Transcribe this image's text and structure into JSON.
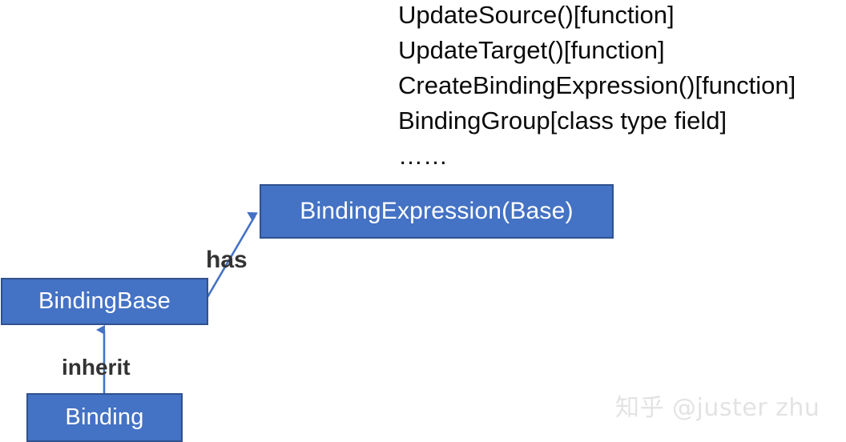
{
  "diagram": {
    "type": "class-relationship-diagram",
    "background_color": "#ffffff",
    "member_list": {
      "lines": [
        "UpdateSource()[function]",
        "UpdateTarget()[function]",
        "CreateBindingExpression()[function]",
        "BindingGroup[class type field]",
        "……"
      ]
    },
    "boxes": [
      {
        "id": "binding-expression",
        "label": "BindingExpression(Base)",
        "fill_color": "#4472C4",
        "border_color": "#2F528F",
        "text_color": "#ffffff"
      },
      {
        "id": "binding-base",
        "label": "BindingBase",
        "fill_color": "#4472C4",
        "border_color": "#2F528F",
        "text_color": "#ffffff"
      },
      {
        "id": "binding",
        "label": "Binding",
        "fill_color": "#4472C4",
        "border_color": "#2F528F",
        "text_color": "#ffffff"
      }
    ],
    "edges": [
      {
        "id": "has",
        "label": "has",
        "from": "binding-base",
        "to": "binding-expression",
        "color": "#4472C4",
        "label_color": "#333333"
      },
      {
        "id": "inherit",
        "label": "inherit",
        "from": "binding",
        "to": "binding-base",
        "color": "#4472C4",
        "label_color": "#333333"
      }
    ]
  },
  "watermark": {
    "text": "知乎 @juster zhu",
    "color": "#e3e3e3"
  }
}
